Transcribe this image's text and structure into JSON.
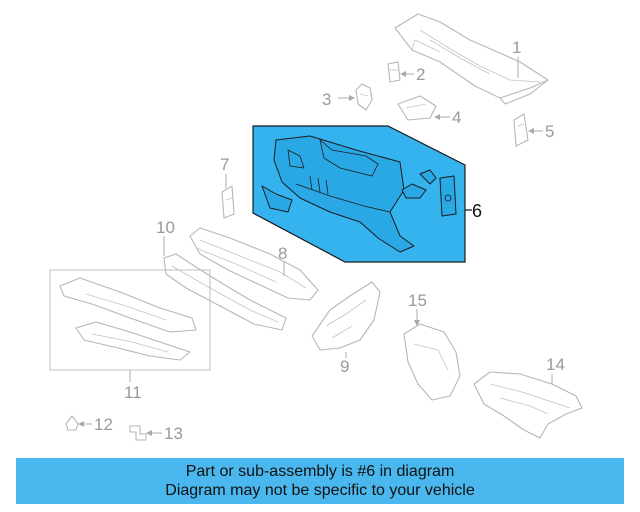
{
  "diagram": {
    "highlight_color": "#35b3ee",
    "callouts": [
      "1",
      "2",
      "3",
      "4",
      "5",
      "6",
      "7",
      "8",
      "9",
      "10",
      "11",
      "12",
      "13",
      "14",
      "15"
    ],
    "highlighted_part": "6"
  },
  "banner": {
    "line1": "Part or sub-assembly is #6 in diagram",
    "line2": "Diagram may not be specific to your vehicle",
    "background": "#4ab8ee"
  }
}
